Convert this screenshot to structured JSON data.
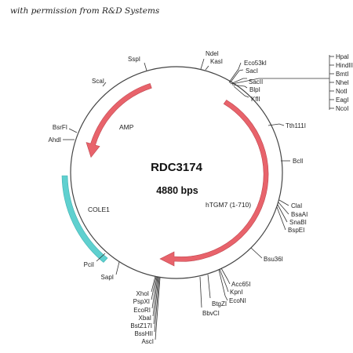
{
  "credit": "with permission from R&D Systems",
  "plasmid": {
    "name": "RDC3174",
    "size_label": "4880 bps"
  },
  "features": [
    {
      "name": "AMP",
      "type": "arrow",
      "color": "#e8636b"
    },
    {
      "name": "hTGM7 (1-710)",
      "type": "arrow",
      "color": "#e8636b"
    },
    {
      "name": "COLE1",
      "type": "block",
      "color": "#5fd0cf"
    }
  ],
  "sites": {
    "sspi": "SspI",
    "ndei": "NdeI",
    "kasi": "KasI",
    "eco53ki": "Eco53kI",
    "saci": "SacI",
    "sacii": "SacII",
    "blpi": "BlpI",
    "kfli": "KflI",
    "tth111i": "Tth111I",
    "bcli": "BclI",
    "clai": "ClaI",
    "bsaai": "BsaAI",
    "snabi": "SnaBI",
    "bspei": "BspEI",
    "bsu36i": "Bsu36I",
    "acc65i": "Acc65I",
    "kpni": "KpnI",
    "econi": "EcoNI",
    "btgzi": "BtgZI",
    "bbvci": "BbvCI",
    "xhoi": "XhoI",
    "pspxi": "PspXI",
    "ecori": "EcoRI",
    "xbai": "XbaI",
    "bstz17i": "BstZ17I",
    "bsshii": "BssHII",
    "asci": "AscI",
    "sapi": "SapI",
    "pcii": "PciI",
    "ahdi": "AhdI",
    "bsrfi": "BsrFI",
    "scai": "ScaI",
    "hpai": "HpaI",
    "hindiii": "HindIII",
    "bmti": "BmtI",
    "nhei": "NheI",
    "noti": "NotI",
    "eagi": "EagI",
    "ncoi": "NcoI"
  }
}
